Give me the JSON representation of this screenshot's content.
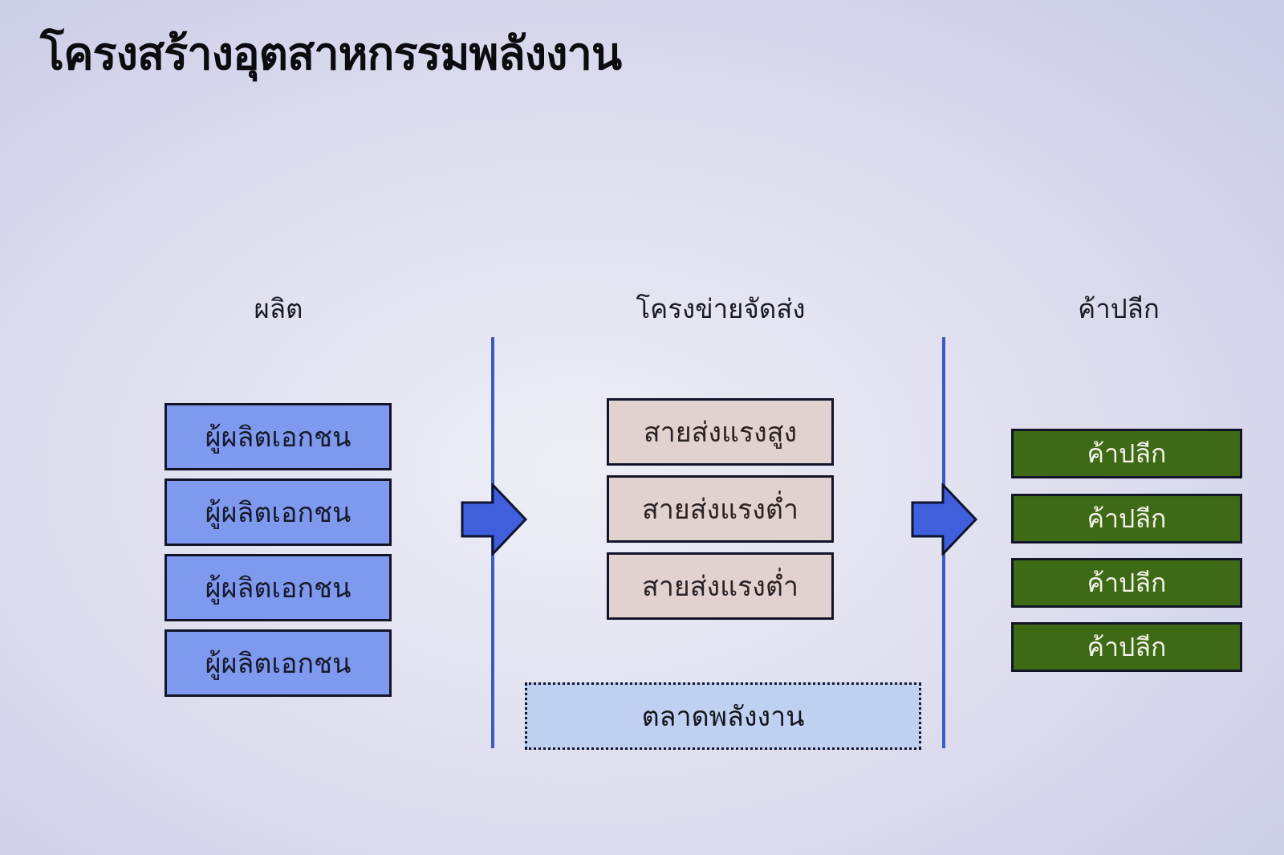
{
  "title": "โครงสร้างอุตสาหกรรมพลังงาน",
  "columns": {
    "production": {
      "header": "ผลิต",
      "items": [
        "ผู้ผลิตเอกชน",
        "ผู้ผลิตเอกชน",
        "ผู้ผลิตเอกชน",
        "ผู้ผลิตเอกชน"
      ]
    },
    "transmission": {
      "header": "โครงข่ายจัดส่ง",
      "items": [
        "สายส่งแรงสูง",
        "สายส่งแรงต่ำ",
        "สายส่งแรงต่ำ"
      ],
      "market": "ตลาดพลังงาน"
    },
    "retail": {
      "header": "ค้าปลีก",
      "items": [
        "ค้าปลีก",
        "ค้าปลีก",
        "ค้าปลีก",
        "ค้าปลีก"
      ]
    }
  },
  "colors": {
    "producer_fill": "#7f99ee",
    "transmission_fill": "#e1d2d0",
    "retail_fill": "#3e6a15",
    "market_fill": "#bfd0f0",
    "arrow_fill": "#3f5fdd",
    "divider": "#3d5ac4"
  },
  "icons": {
    "flow_arrow": "right-arrow-icon"
  }
}
